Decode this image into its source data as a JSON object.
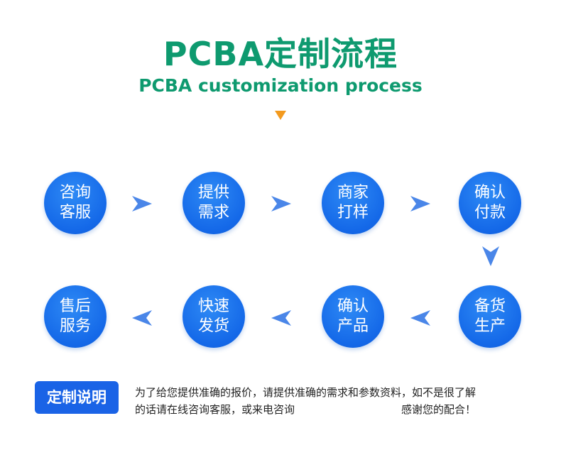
{
  "header": {
    "title": "PCBA定制流程",
    "subtitle": "PCBA customization process"
  },
  "steps": [
    {
      "label": "咨询客服"
    },
    {
      "label": "提供需求"
    },
    {
      "label": "商家打样"
    },
    {
      "label": "确认付款"
    },
    {
      "label": "备货生产"
    },
    {
      "label": "确认产品"
    },
    {
      "label": "快速发货"
    },
    {
      "label": "售后服务"
    }
  ],
  "note": {
    "badge": "定制说明",
    "line1": "为了给您提供准确的报价，请提供准确的需求和参数资料，如不是很了解",
    "line2_start": "的话请在线咨询客服，或来电咨询",
    "line2_end": "感谢您的配合！"
  },
  "colors": {
    "title": "#0e9a6f",
    "circle": "#1468e8",
    "arrow": "#4a86e8",
    "marker": "#f39a1e",
    "badge": "#1a63e6"
  }
}
